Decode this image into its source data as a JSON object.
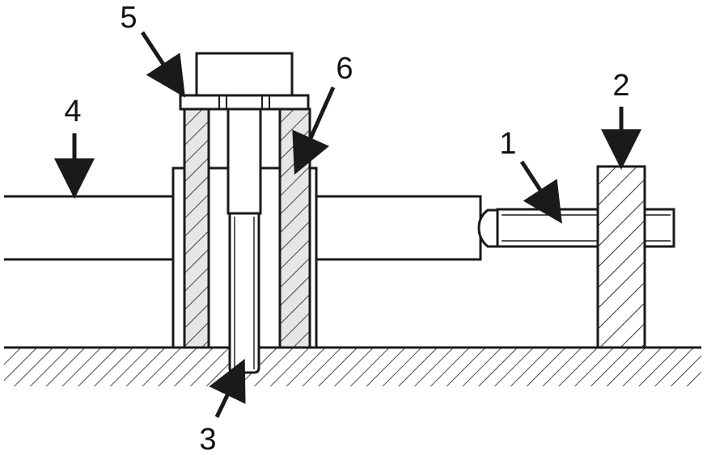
{
  "labels": {
    "l1": "1",
    "l2": "2",
    "l3": "3",
    "l4": "4",
    "l5": "5",
    "l6": "6"
  },
  "colors": {
    "stroke": "#1a1a1a",
    "hatch_fill": "#e6e6e6",
    "background": "#ffffff"
  }
}
